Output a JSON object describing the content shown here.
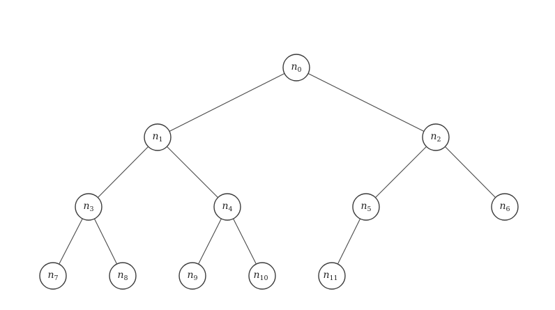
{
  "diagram": {
    "type": "binary-tree",
    "nodes": [
      {
        "id": "n0",
        "base": "n",
        "sub": "0",
        "level": 0,
        "slot": 0
      },
      {
        "id": "n1",
        "base": "n",
        "sub": "1",
        "level": 1,
        "slot": 0
      },
      {
        "id": "n2",
        "base": "n",
        "sub": "2",
        "level": 1,
        "slot": 1
      },
      {
        "id": "n3",
        "base": "n",
        "sub": "3",
        "level": 2,
        "slot": 0
      },
      {
        "id": "n4",
        "base": "n",
        "sub": "4",
        "level": 2,
        "slot": 1
      },
      {
        "id": "n5",
        "base": "n",
        "sub": "5",
        "level": 2,
        "slot": 2
      },
      {
        "id": "n6",
        "base": "n",
        "sub": "6",
        "level": 2,
        "slot": 3
      },
      {
        "id": "n7",
        "base": "n",
        "sub": "7",
        "level": 3,
        "slot": 0
      },
      {
        "id": "n8",
        "base": "n",
        "sub": "8",
        "level": 3,
        "slot": 1
      },
      {
        "id": "n9",
        "base": "n",
        "sub": "9",
        "level": 3,
        "slot": 2
      },
      {
        "id": "n10",
        "base": "n",
        "sub": "10",
        "level": 3,
        "slot": 3
      },
      {
        "id": "n11",
        "base": "n",
        "sub": "11",
        "level": 3,
        "slot": 4
      }
    ],
    "edges": [
      [
        "n0",
        "n1"
      ],
      [
        "n0",
        "n2"
      ],
      [
        "n1",
        "n3"
      ],
      [
        "n1",
        "n4"
      ],
      [
        "n2",
        "n5"
      ],
      [
        "n2",
        "n6"
      ],
      [
        "n3",
        "n7"
      ],
      [
        "n3",
        "n8"
      ],
      [
        "n4",
        "n9"
      ],
      [
        "n4",
        "n10"
      ],
      [
        "n5",
        "n11"
      ]
    ],
    "colors": {
      "edge": "#4a4a4a",
      "node_stroke": "#3a3a3a",
      "node_fill": "#ffffff",
      "text": "#222222"
    }
  }
}
